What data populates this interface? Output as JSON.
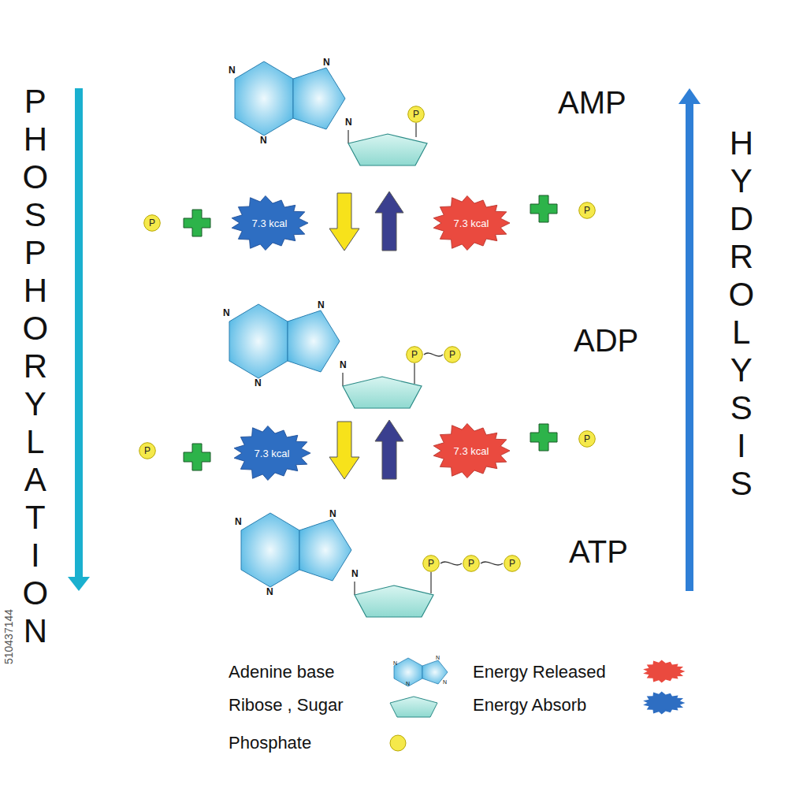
{
  "diagram": {
    "nodes": [
      {
        "text": [
          "N",
          "N",
          "N",
          "N"
        ]
      },
      {
        "text": [
          "P"
        ]
      },
      {
        "text": [
          "P"
        ]
      },
      {
        "text": [
          "7.3 kcal"
        ]
      },
      {
        "text": [
          "7.3 kcal"
        ]
      },
      {
        "text": [
          "P"
        ]
      },
      {
        "text": [
          "N",
          "N",
          "N",
          "N"
        ]
      },
      {
        "text": [
          "P"
        ]
      },
      {
        "text": [
          "P"
        ]
      },
      {
        "text": [
          "P"
        ]
      },
      {
        "text": [
          "7.3 kcal"
        ]
      },
      {
        "text": [
          "7.3 kcal"
        ]
      },
      {
        "text": [
          "P"
        ]
      },
      {
        "text": [
          "N",
          "N",
          "N",
          "N"
        ]
      },
      {
        "text": [
          "P"
        ]
      },
      {
        "text": [
          "P"
        ]
      },
      {
        "text": [
          "P"
        ]
      }
    ],
    "edges": [
      {
        "from": 7,
        "to": 8,
        "arrow": "none"
      },
      {
        "from": 14,
        "to": 15,
        "arrow": "none"
      },
      {
        "from": 15,
        "to": 16,
        "arrow": "none"
      }
    ],
    "labels": [
      "PHOSPHORYLATION",
      "AMP",
      "ADP",
      "ATP",
      "HYDROLYSIS",
      "N",
      "N",
      "N",
      "N",
      "510437144"
    ],
    "legend": [
      {
        "text": "Adenine base"
      },
      {
        "text": "Ribose , Sugar"
      },
      {
        "text": "Phosphate"
      },
      {
        "text": "Energy Released",
        "color": "#ea4a3f"
      },
      {
        "text": "Energy Absorb",
        "color": "#2e6ec2"
      }
    ]
  }
}
